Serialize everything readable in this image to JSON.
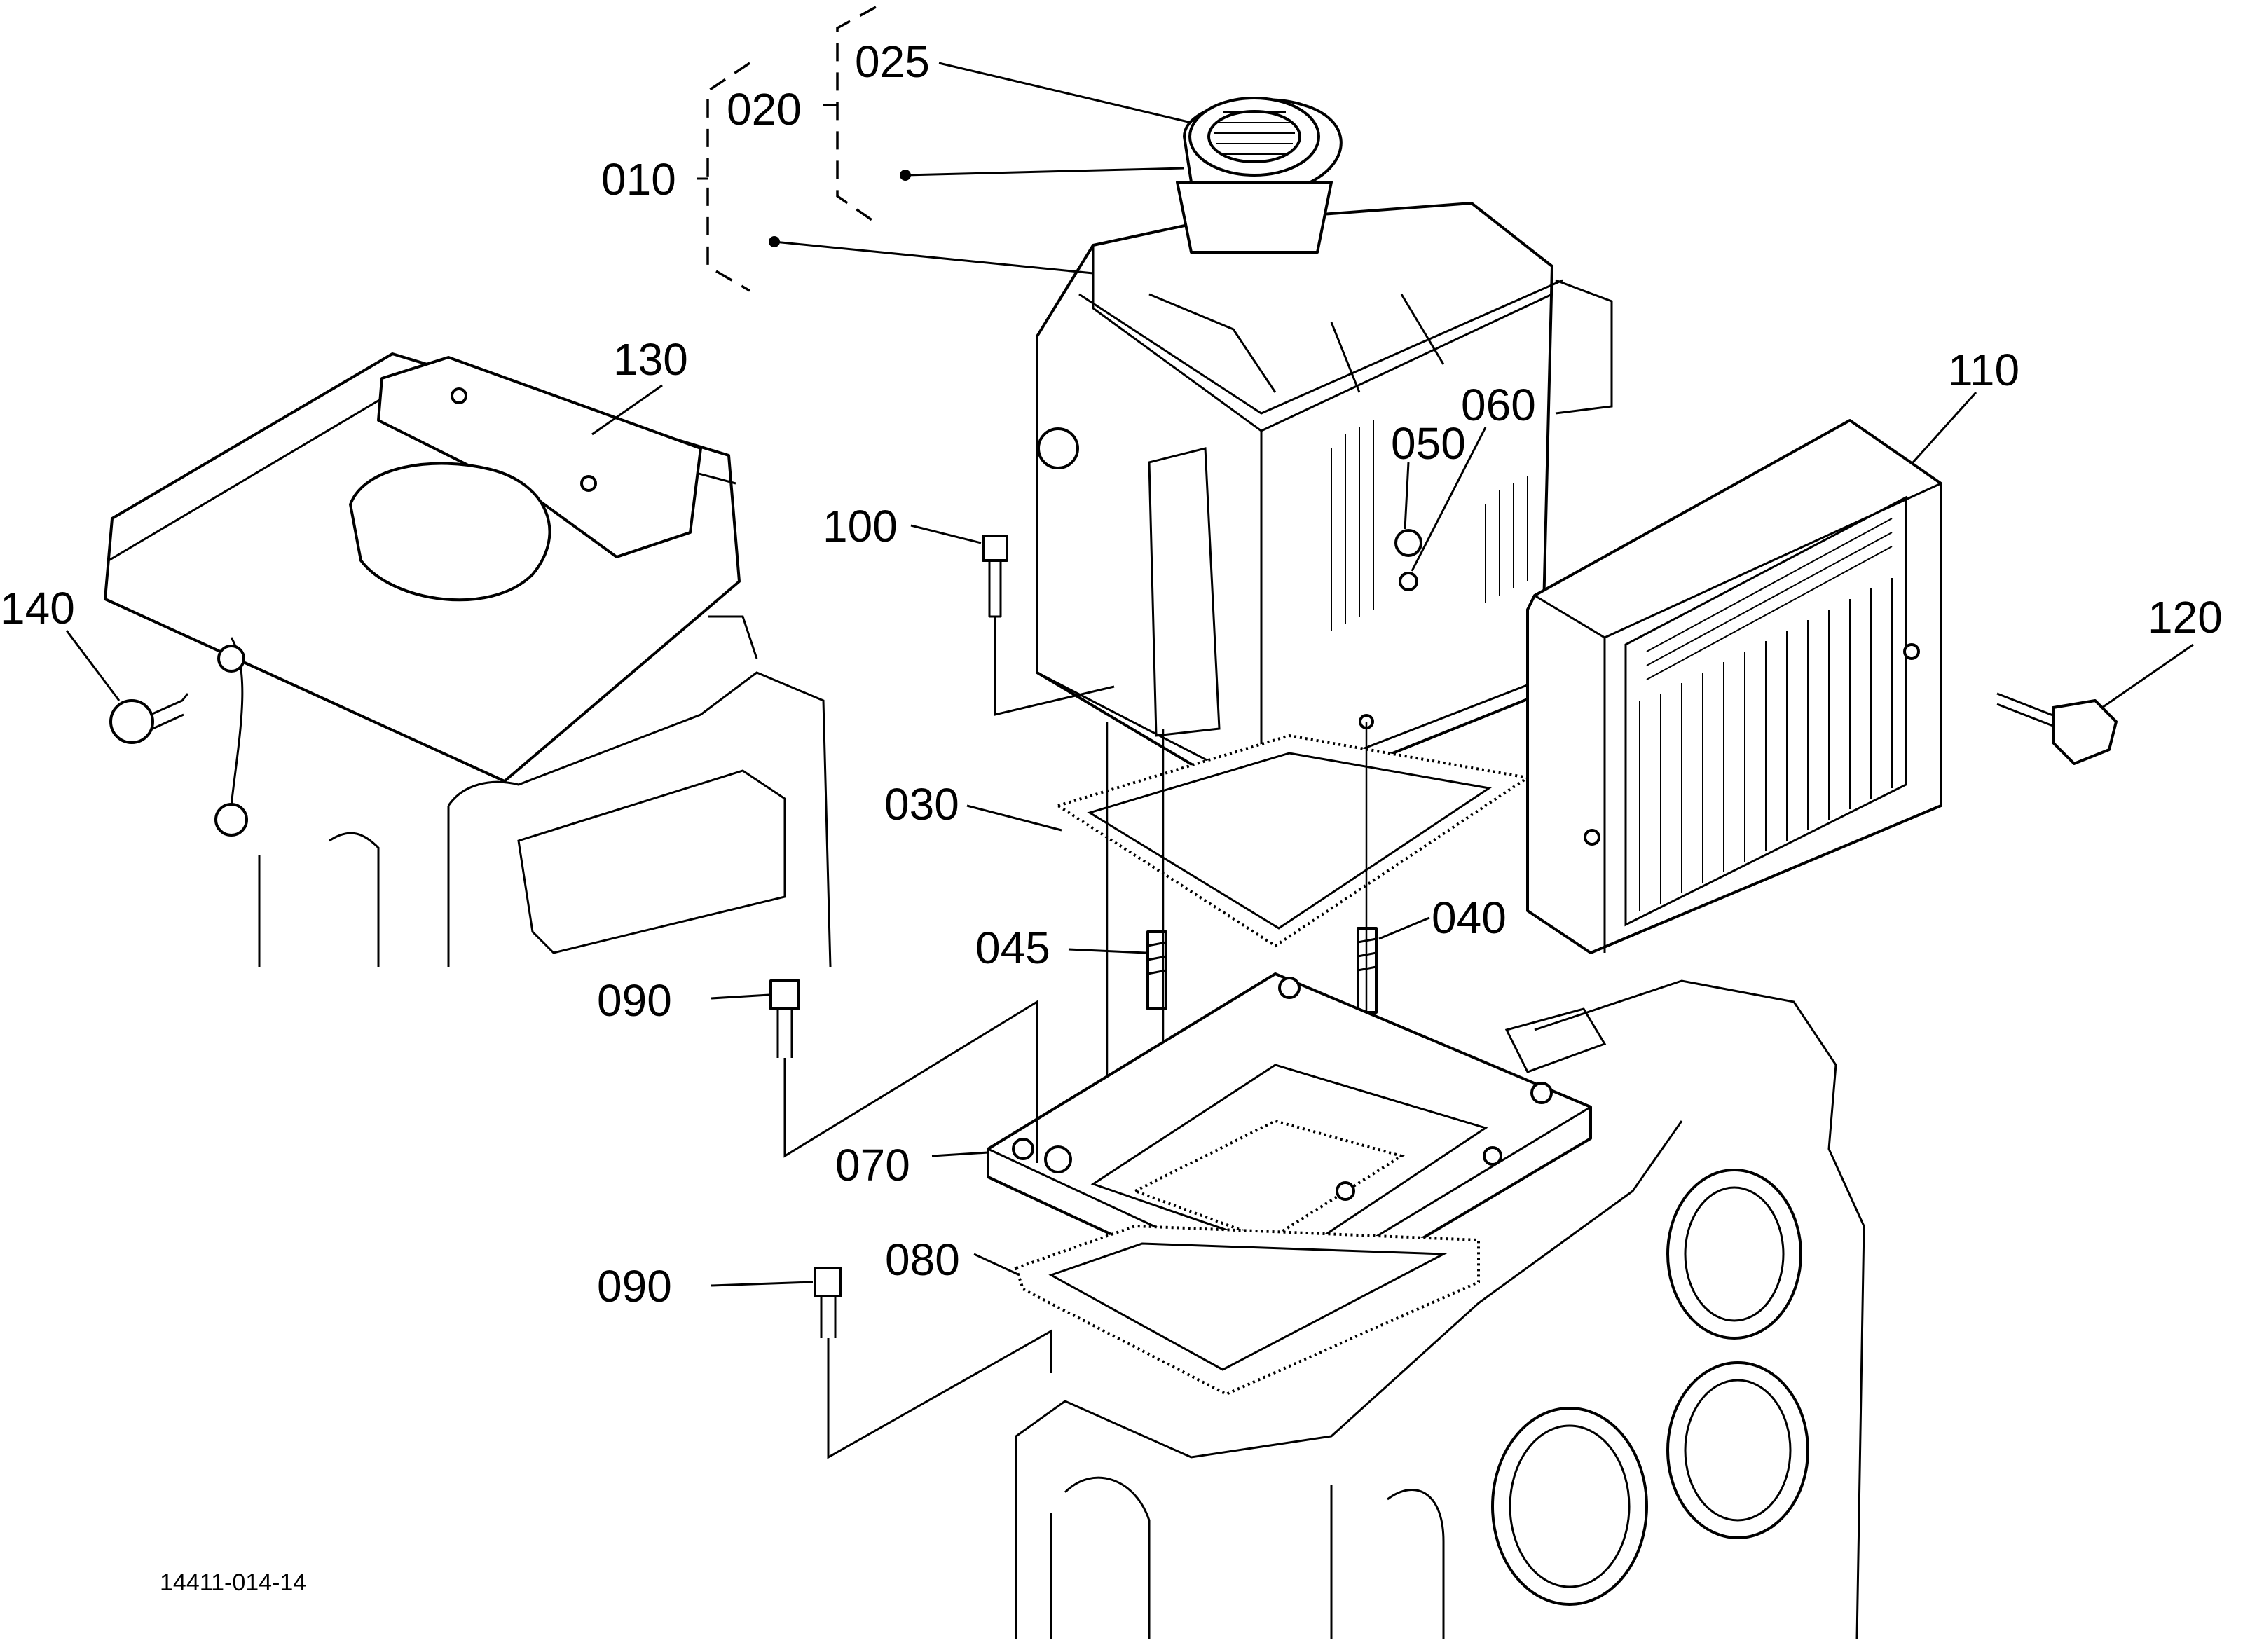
{
  "diagram": {
    "document_id": "14411-014-14",
    "callouts": [
      {
        "id": "c010",
        "label": "010"
      },
      {
        "id": "c020",
        "label": "020"
      },
      {
        "id": "c025",
        "label": "025"
      },
      {
        "id": "c030",
        "label": "030"
      },
      {
        "id": "c040",
        "label": "040"
      },
      {
        "id": "c045",
        "label": "045"
      },
      {
        "id": "c050",
        "label": "050"
      },
      {
        "id": "c060",
        "label": "060"
      },
      {
        "id": "c070",
        "label": "070"
      },
      {
        "id": "c080",
        "label": "080"
      },
      {
        "id": "c090a",
        "label": "090"
      },
      {
        "id": "c090b",
        "label": "090"
      },
      {
        "id": "c100",
        "label": "100"
      },
      {
        "id": "c110",
        "label": "110"
      },
      {
        "id": "c120",
        "label": "120"
      },
      {
        "id": "c130",
        "label": "130"
      },
      {
        "id": "c140",
        "label": "140"
      }
    ]
  }
}
